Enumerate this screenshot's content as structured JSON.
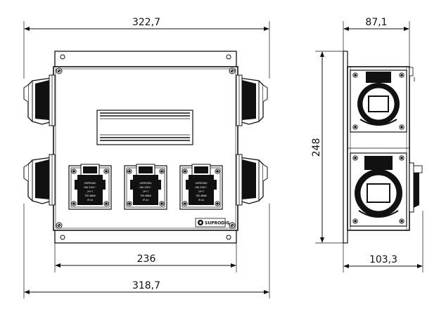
{
  "dimensions": {
    "front_width_top": "322,7",
    "front_width_bottom": "318,7",
    "front_inner_width": "236",
    "side_depth_top": "87,1",
    "side_depth_bottom": "103,3",
    "height": "248"
  },
  "socket_label": {
    "line1": "SUPRODIG",
    "line2": "16A 230V~",
    "line3": "2P+T",
    "line4": "TEE-6868",
    "line5": "IP-44"
  },
  "brand": {
    "name": "SUPRODIG"
  },
  "colors": {
    "ink": "#111111",
    "background": "#ffffff"
  }
}
